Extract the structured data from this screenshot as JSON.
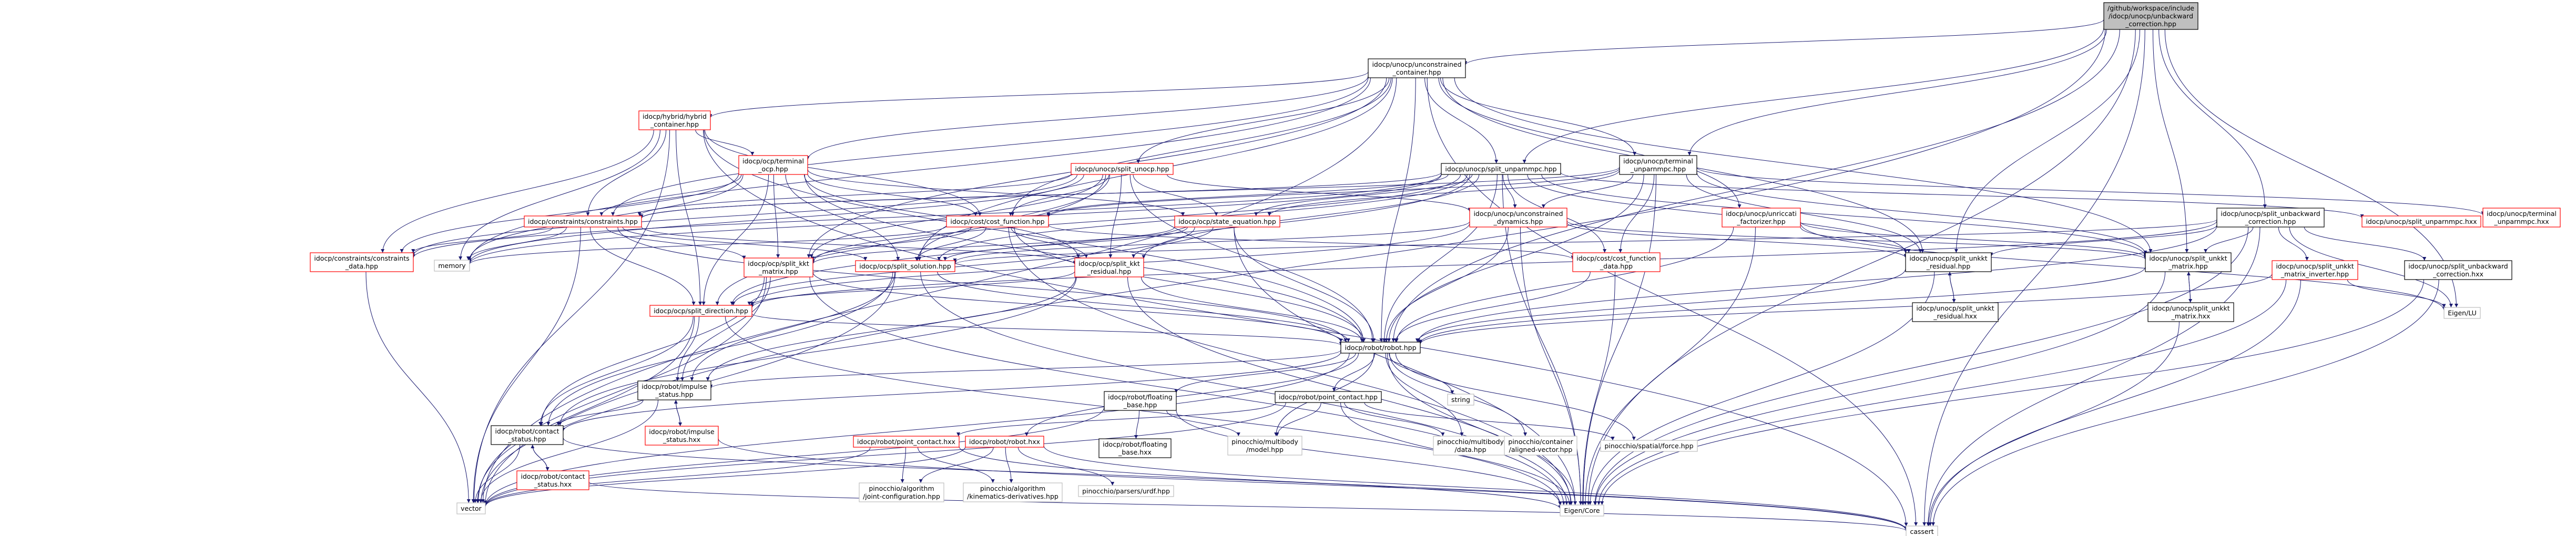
{
  "colors": {
    "edge": "#191970",
    "root_fill": "#bfbfbf",
    "truncated_border": "#ff0000",
    "internal_border": "#000000",
    "external_border": "#bfbfbf"
  },
  "nodes": [
    {
      "id": "root",
      "kind": "root",
      "lines": [
        "/github/workspace/include",
        "/idocp/unocp/unbackward",
        "_correction.hpp"
      ]
    },
    {
      "id": "unconstrained_container",
      "kind": "internal",
      "lines": [
        "idocp/unocp/unconstrained",
        "_container.hpp"
      ]
    },
    {
      "id": "hybrid_container",
      "kind": "truncated",
      "lines": [
        "idocp/hybrid/hybrid",
        "_container.hpp"
      ]
    },
    {
      "id": "terminal_ocp",
      "kind": "truncated",
      "lines": [
        "idocp/ocp/terminal",
        "_ocp.hpp"
      ]
    },
    {
      "id": "split_unocp",
      "kind": "truncated",
      "lines": [
        "idocp/unocp/split_unocp.hpp"
      ]
    },
    {
      "id": "split_unparnmpc",
      "kind": "internal",
      "lines": [
        "idocp/unocp/split_unparnmpc.hpp"
      ]
    },
    {
      "id": "terminal_unparnmpc",
      "kind": "internal",
      "lines": [
        "idocp/unocp/terminal",
        "_unparnmpc.hpp"
      ]
    },
    {
      "id": "unbackward_correction_inner",
      "kind": "internal",
      "lines": [
        "idocp/unocp/split_unbackward",
        "_correction.hpp"
      ]
    },
    {
      "id": "split_unparnmpc_hxx",
      "kind": "truncated",
      "lines": [
        "idocp/unocp/split_unparnmpc.hxx"
      ]
    },
    {
      "id": "terminal_unparnmpc_hxx",
      "kind": "truncated",
      "lines": [
        "idocp/unocp/terminal",
        "_unparnmpc.hxx"
      ]
    },
    {
      "id": "constraints",
      "kind": "truncated",
      "lines": [
        "idocp/constraints/constraints.hpp"
      ]
    },
    {
      "id": "cost_function",
      "kind": "truncated",
      "lines": [
        "idocp/cost/cost_function.hpp"
      ]
    },
    {
      "id": "state_equation",
      "kind": "truncated",
      "lines": [
        "idocp/ocp/state_equation.hpp"
      ]
    },
    {
      "id": "unconstrained_dynamics",
      "kind": "truncated",
      "lines": [
        "idocp/unocp/unconstrained",
        "_dynamics.hpp"
      ]
    },
    {
      "id": "unriccati_factorizer",
      "kind": "truncated",
      "lines": [
        "idocp/unocp/unriccati",
        "_factorizer.hpp"
      ]
    },
    {
      "id": "constraints_data",
      "kind": "truncated",
      "lines": [
        "idocp/constraints/constraints",
        "_data.hpp"
      ]
    },
    {
      "id": "memory",
      "kind": "external",
      "lines": [
        "memory"
      ]
    },
    {
      "id": "split_kkt_matrix",
      "kind": "truncated",
      "lines": [
        "idocp/ocp/split_kkt",
        "_matrix.hpp"
      ]
    },
    {
      "id": "split_solution",
      "kind": "truncated",
      "lines": [
        "idocp/ocp/split_solution.hpp"
      ]
    },
    {
      "id": "split_kkt_residual",
      "kind": "truncated",
      "lines": [
        "idocp/ocp/split_kkt",
        "_residual.hpp"
      ]
    },
    {
      "id": "cost_function_data",
      "kind": "truncated",
      "lines": [
        "idocp/cost/cost_function",
        "_data.hpp"
      ]
    },
    {
      "id": "split_unkkt_residual",
      "kind": "internal",
      "lines": [
        "idocp/unocp/split_unkkt",
        "_residual.hpp"
      ]
    },
    {
      "id": "split_unkkt_matrix",
      "kind": "internal",
      "lines": [
        "idocp/unocp/split_unkkt",
        "_matrix.hpp"
      ]
    },
    {
      "id": "split_unkkt_matrix_inverter",
      "kind": "truncated",
      "lines": [
        "idocp/unocp/split_unkkt",
        "_matrix_inverter.hpp"
      ]
    },
    {
      "id": "split_unbackward_correction_hxx",
      "kind": "internal",
      "lines": [
        "idocp/unocp/split_unbackward",
        "_correction.hxx"
      ]
    },
    {
      "id": "eigen_lu",
      "kind": "external",
      "lines": [
        "Eigen/LU"
      ]
    },
    {
      "id": "split_unkkt_residual_hxx",
      "kind": "internal",
      "lines": [
        "idocp/unocp/split_unkkt",
        "_residual.hxx"
      ]
    },
    {
      "id": "split_unkkt_matrix_hxx",
      "kind": "internal",
      "lines": [
        "idocp/unocp/split_unkkt",
        "_matrix.hxx"
      ]
    },
    {
      "id": "split_direction",
      "kind": "truncated",
      "lines": [
        "idocp/ocp/split_direction.hpp"
      ]
    },
    {
      "id": "robot",
      "kind": "internal",
      "lines": [
        "idocp/robot/robot.hpp"
      ]
    },
    {
      "id": "impulse_status",
      "kind": "internal",
      "lines": [
        "idocp/robot/impulse",
        "_status.hpp"
      ]
    },
    {
      "id": "impulse_status_hxx",
      "kind": "truncated",
      "lines": [
        "idocp/robot/impulse",
        "_status.hxx"
      ]
    },
    {
      "id": "contact_status",
      "kind": "internal",
      "lines": [
        "idocp/robot/contact",
        "_status.hpp"
      ]
    },
    {
      "id": "contact_status_hxx",
      "kind": "truncated",
      "lines": [
        "idocp/robot/contact",
        "_status.hxx"
      ]
    },
    {
      "id": "vector",
      "kind": "external",
      "lines": [
        "vector"
      ]
    },
    {
      "id": "floating_base",
      "kind": "internal",
      "lines": [
        "idocp/robot/floating",
        "_base.hpp"
      ]
    },
    {
      "id": "floating_base_hxx",
      "kind": "internal",
      "lines": [
        "idocp/robot/floating",
        "_base.hxx"
      ]
    },
    {
      "id": "point_contact",
      "kind": "internal",
      "lines": [
        "idocp/robot/point_contact.hpp"
      ]
    },
    {
      "id": "point_contact_hxx",
      "kind": "truncated",
      "lines": [
        "idocp/robot/point_contact.hxx"
      ]
    },
    {
      "id": "robot_hxx",
      "kind": "truncated",
      "lines": [
        "idocp/robot/robot.hxx"
      ]
    },
    {
      "id": "string",
      "kind": "external",
      "lines": [
        "string"
      ]
    },
    {
      "id": "pin_model",
      "kind": "external",
      "lines": [
        "pinocchio/multibody",
        "/model.hpp"
      ]
    },
    {
      "id": "pin_data",
      "kind": "external",
      "lines": [
        "pinocchio/multibody",
        "/data.hpp"
      ]
    },
    {
      "id": "pin_aligned_vector",
      "kind": "external",
      "lines": [
        "pinocchio/container",
        "/aligned-vector.hpp"
      ]
    },
    {
      "id": "pin_force",
      "kind": "external",
      "lines": [
        "pinocchio/spatial/force.hpp"
      ]
    },
    {
      "id": "pin_joint_conf",
      "kind": "external",
      "lines": [
        "pinocchio/algorithm",
        "/joint-configuration.hpp"
      ]
    },
    {
      "id": "pin_kin_deriv",
      "kind": "external",
      "lines": [
        "pinocchio/algorithm",
        "/kinematics-derivatives.hpp"
      ]
    },
    {
      "id": "pin_urdf",
      "kind": "external",
      "lines": [
        "pinocchio/parsers/urdf.hpp"
      ]
    },
    {
      "id": "eigen_core",
      "kind": "external",
      "lines": [
        "Eigen/Core"
      ]
    },
    {
      "id": "cassert",
      "kind": "external",
      "lines": [
        "cassert"
      ]
    }
  ]
}
